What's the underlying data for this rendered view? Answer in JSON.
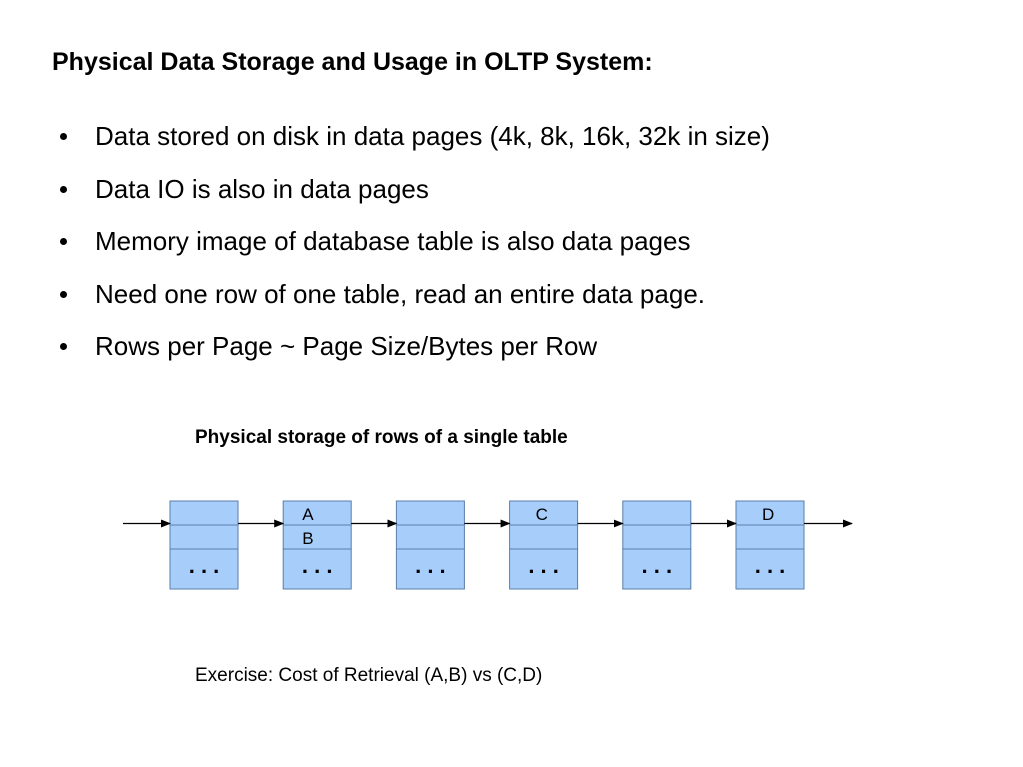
{
  "slide": {
    "title": "Physical Data Storage and Usage in OLTP System:",
    "bullets": [
      "Data stored on disk in data pages (4k, 8k, 16k, 32k in size)",
      "Data IO is also in data pages",
      "Memory image of database table is also data pages",
      "Need one row of one table, read an entire data page.",
      "Rows per Page ~ Page Size/Bytes per Row"
    ]
  },
  "diagram": {
    "caption": "Physical storage of rows of a single table",
    "pages": [
      {
        "rows": [
          "",
          ""
        ],
        "ellipsis": ". . ."
      },
      {
        "rows": [
          "A",
          "B"
        ],
        "ellipsis": ". . ."
      },
      {
        "rows": [
          "",
          ""
        ],
        "ellipsis": ". . ."
      },
      {
        "rows": [
          "C",
          ""
        ],
        "ellipsis": ". . ."
      },
      {
        "rows": [
          "",
          ""
        ],
        "ellipsis": ". . ."
      },
      {
        "rows": [
          "D",
          ""
        ],
        "ellipsis": ". . ."
      }
    ],
    "cell_fill": "#a7cdfb",
    "cell_border": "#5a7ea8"
  },
  "exercise": "Exercise: Cost of Retrieval (A,B) vs (C,D)"
}
